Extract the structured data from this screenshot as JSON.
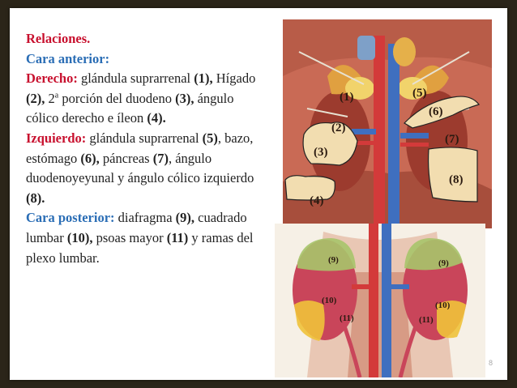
{
  "slide": {
    "heading": "Relaciones.",
    "anterior_heading": "Cara anterior:",
    "right_label": "Derecho:",
    "right_text_1": " glándula suprarrenal",
    "n1": "(1),",
    "right_text_2": " Hígado ",
    "n2": "(2),",
    "right_text_3": " 2",
    "sup_a": "a",
    "right_text_4": " porción del duodeno ",
    "n3": "(3),",
    "right_text_5": " ángulo cólico derecho e íleon ",
    "n4": "(4).",
    "left_label": "Izquierdo:",
    "left_text_1": " glándula suprarrenal ",
    "n5": "(5)",
    "left_text_2": ",  bazo, estómago ",
    "n6": "(6),",
    "left_text_3": " páncreas ",
    "n7": "(7)",
    "left_text_4": ", ángulo duodenoyeyunal y ángulo cólico izquierdo ",
    "n8": "(8).",
    "posterior_heading": "Cara posterior:",
    "post_text_1": " diafragma ",
    "n9": "(9),",
    "post_text_2": " cuadrado lumbar ",
    "n10": "(10),",
    "post_text_3": " psoas mayor ",
    "n11": "(11)",
    "post_text_4": " y ramas del plexo lumbar.",
    "page_number": "8"
  },
  "figure_top": {
    "labels": [
      "(1)",
      "(2)",
      "(3)",
      "(4)",
      "(5)",
      "(6)",
      "(7)",
      "(8)"
    ]
  },
  "figure_bottom": {
    "labels": [
      "(9)",
      "(9)",
      "(10)",
      "(10)",
      "(11)",
      "(11)"
    ]
  },
  "colors": {
    "red": "#c8102e",
    "blue": "#2a6db5"
  }
}
